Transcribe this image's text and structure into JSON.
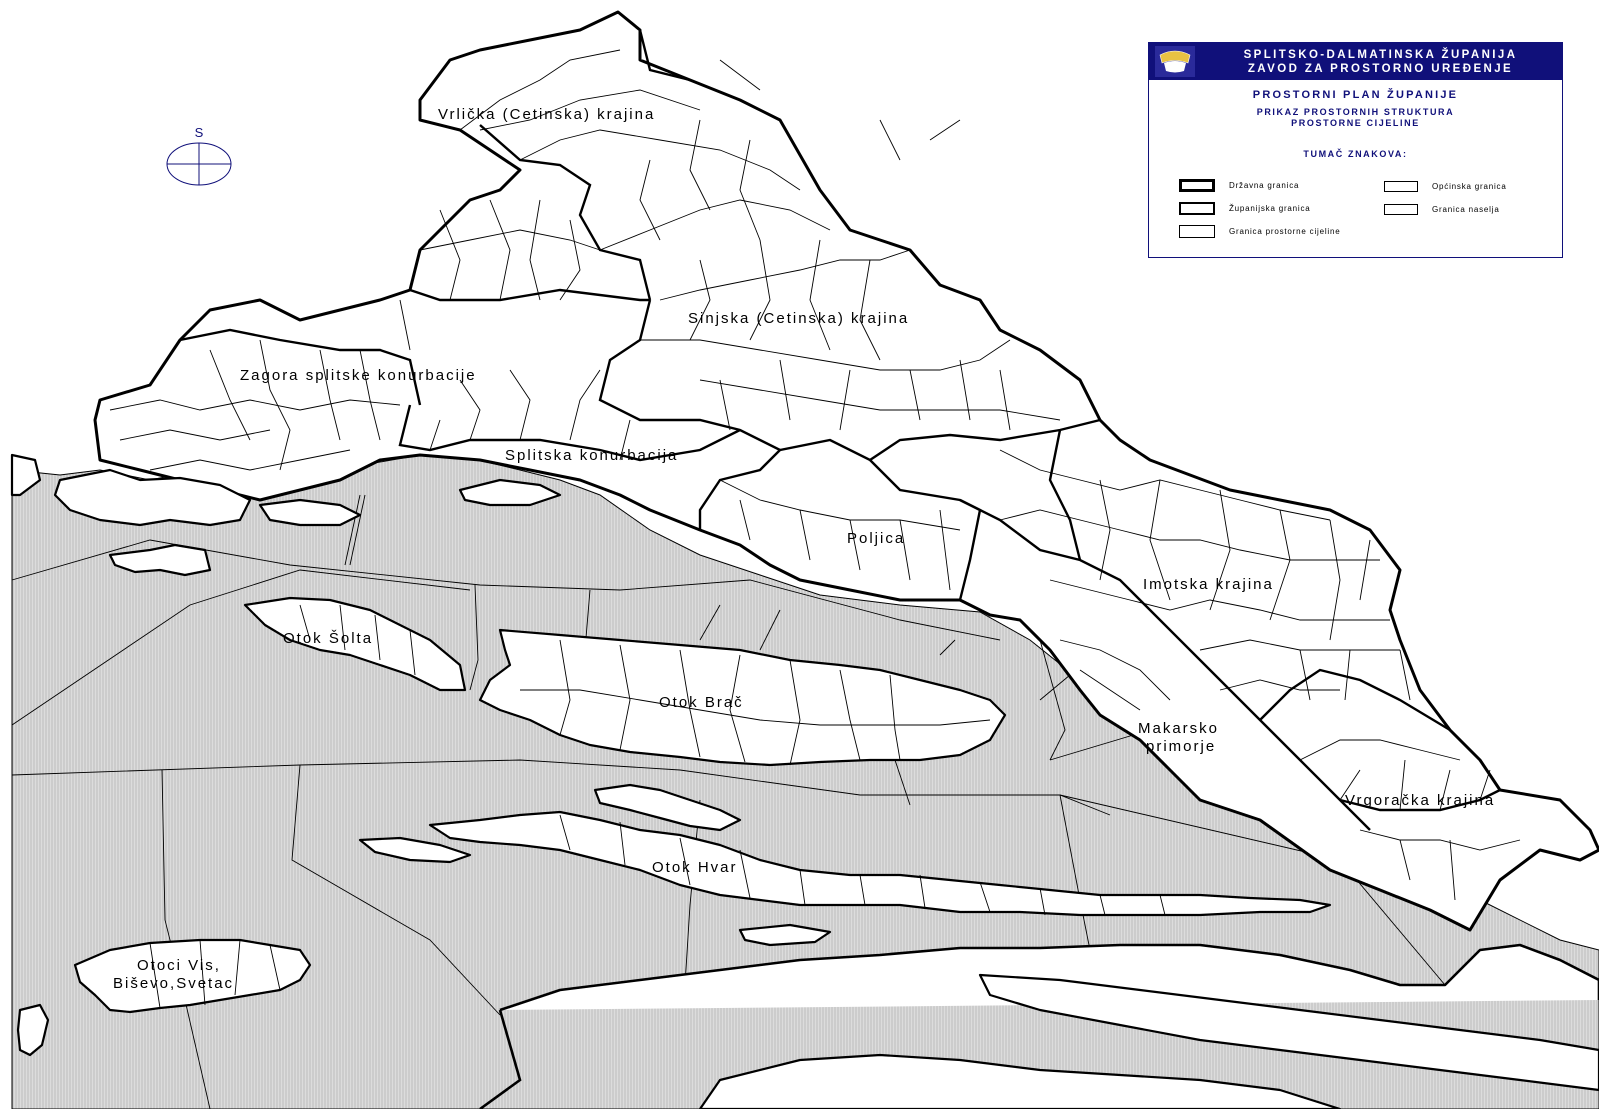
{
  "legend": {
    "header_line1": "SPLITSKO-DALMATINSKA ŽUPANIJA",
    "header_line2": "ZAVOD ZA PROSTORNO UREĐENJE",
    "plan_title": "PROSTORNI PLAN ŽUPANIJE",
    "subtitle_line1": "PRIKAZ PROSTORNIH STRUKTURA",
    "subtitle_line2": "PROSTORNE CIJELINE",
    "key_title": "TUMAČ ZNAKOVA:",
    "items": [
      {
        "label": "Državna granica"
      },
      {
        "label": "Županijska granica"
      },
      {
        "label": "Granica prostorne cijeline"
      },
      {
        "label": "Općinska granica"
      },
      {
        "label": "Granica naselja"
      }
    ]
  },
  "compass": {
    "letter": "S"
  },
  "regions": [
    {
      "label": "Vrlička (Cetinska) krajina"
    },
    {
      "label": "Sinjska (Cetinska) krajina"
    },
    {
      "label": "Zagora splitske konurbacije"
    },
    {
      "label": "Splitska konurbacija"
    },
    {
      "label": "Poljica"
    },
    {
      "label": "Imotska krajina"
    },
    {
      "label": "Otok Šolta"
    },
    {
      "label": "Otok Brač"
    },
    {
      "label": "Makarsko"
    },
    {
      "label": "primorje"
    },
    {
      "label": "Vrgoračka krajina"
    },
    {
      "label": "Otok Hvar"
    },
    {
      "label": "Otoci Vis,"
    },
    {
      "label": "Biševo,Svetac"
    }
  ],
  "colors": {
    "legend_blue": "#10107a",
    "sea_gray": "#d6d6d6"
  }
}
